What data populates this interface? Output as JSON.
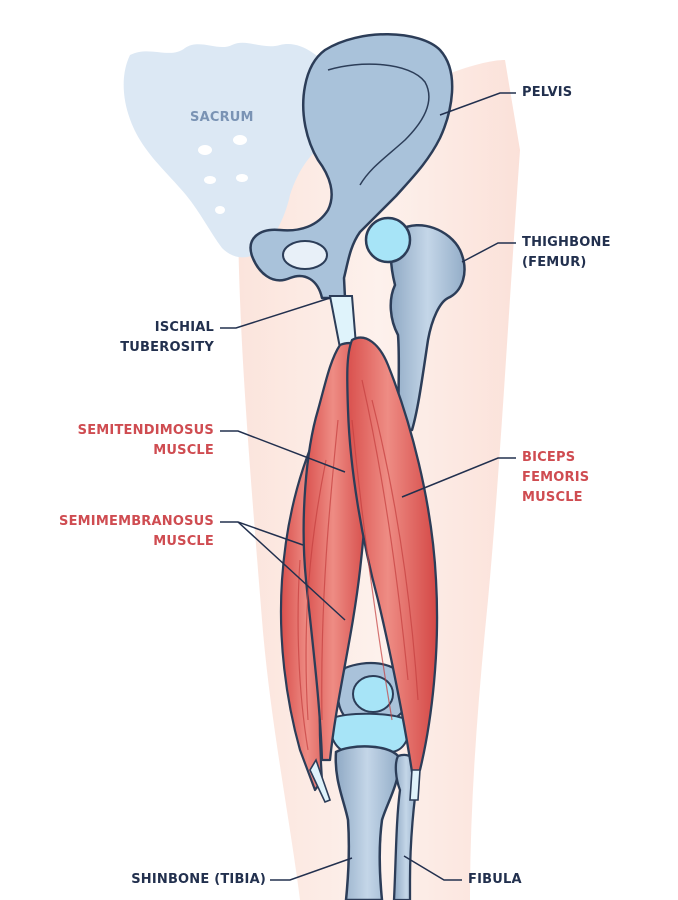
{
  "labels": {
    "sacrum": "SACRUM",
    "pelvis": "PELVIS",
    "thighbone": [
      "THIGHBONE",
      "(FEMUR)"
    ],
    "ischial": [
      "ISCHIAL",
      "TUBEROSITY"
    ],
    "semitendinosus": [
      "SEMITENDIMOSUS",
      "MUSCLE"
    ],
    "biceps": [
      "BICEPS",
      "FEMORIS",
      "MUSCLE"
    ],
    "semimembranosus": [
      "SEMIMEMBRANOSUS",
      "MUSCLE"
    ],
    "shinbone": "SHINBONE (TIBIA)",
    "fibula": "FIBULA"
  },
  "colors": {
    "bone": "#a9c2da",
    "bone_outline": "#2c3d58",
    "cartilage": "#a7e4f7",
    "muscle": "#e36e66",
    "muscle_light": "#f1a7a0",
    "skin": "#fbe6df",
    "label_dark": "#22304e",
    "label_red": "#cf4c51",
    "label_sacrum": "#7a93b4"
  }
}
